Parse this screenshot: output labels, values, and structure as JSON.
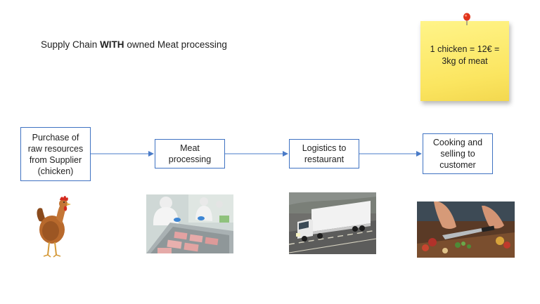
{
  "title": {
    "prefix": "Supply Chain ",
    "bold": "WITH",
    "suffix": " owned Meat processing"
  },
  "note": {
    "line1": "1 chicken = 12€ =",
    "line2": "3kg of meat",
    "color": "#fbe560"
  },
  "steps": [
    {
      "label": "Purchase of raw resources from Supplier (chicken)",
      "picture": "chicken-photo"
    },
    {
      "label": "Meat processing",
      "picture": "meat-factory-photo"
    },
    {
      "label": "Logistics to restaurant",
      "picture": "truck-photo"
    },
    {
      "label": "Cooking and selling to customer",
      "picture": "cooking-photo"
    }
  ],
  "colors": {
    "box_border": "#3f72c2",
    "arrow": "#4a7bc8",
    "pin": "#e0341c"
  }
}
